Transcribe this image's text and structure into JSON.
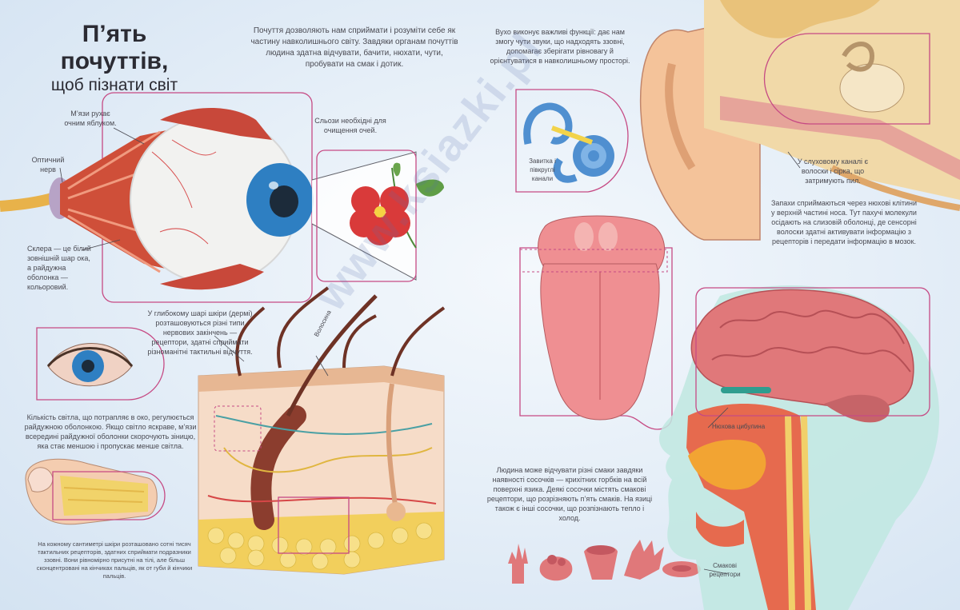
{
  "title": {
    "line1": "П’ять почуттів,",
    "line2": "щоб пізнати світ"
  },
  "intro": "Почуття дозволяють нам сприймати і розуміти себе як частину навколишнього світу. Завдяки органам почуттів людина здатна відчувати, бачити, нюхати, чути, пробувати на смак і дотик.",
  "ear_intro": "Вухо виконує важливі функції: дає нам змогу чути звуки, що надходять ззовні, допомагає зберігати рівновагу й орієнтуватися в навколишньому просторі.",
  "labels": {
    "eye_muscle": "М’язи рухає очним яблуком.",
    "optic_nerve": "Оптичний нерв",
    "tears": "Сльози необхідні для очищення очей.",
    "sclera": "Склера — це білий зовнішній шар ока, а райдужна оболонка — кольоровий.",
    "skin_receptors": "У глибокому шарі шкіри (дермі) розташовуються різні типи нервових закінчень — рецептори, здатні сприймати різноманітні тактильні відчуття.",
    "hair": "Волосина",
    "pupil": "Кількість світла, що потрапляє в око, регулюється райдужною оболонкою. Якщо світло яскраве, м’язи всередині райдужної оболонки скорочують зіницю, яка стає меншою і пропускає менше світла.",
    "fingertips": "На кожному сантиметрі шкіри розташовано сотні тисяч тактильних рецепторів, здатних сприймати подразники ззовні. Вони рівномірно присутні на тілі, але більш сконцентровані на кінчиках пальців, як от губи й кінчики пальців.",
    "cochlea": "Завитка і півкруглі канали",
    "ear_canal": "У слуховому каналі є волоски і сірка, що затримують пил.",
    "smell": "Запахи сприймаються через нюхові клітини у верхній частині носа. Тут пахучі молекули осідають на слизовій оболонці, де сенсорні волоски здатні активувати інформацію з рецепторів і передати інформацію в мозок.",
    "olfactory_bulb": "Нюхова цибулина",
    "taste": "Людина може відчувати різні смаки завдяки наявності сосочків — крихітних горбків на всій поверхні язика. Деякі сосочки містять смакові рецептори, що розрізняють п’ять смаків. На язиці також є інші сосочки, що розпізнають тепло і холод.",
    "taste_receptors": "Смакові рецептори"
  },
  "watermark": "www.ksiazki.pl",
  "colors": {
    "frame": "#c64a84",
    "muscle": "#d8533d",
    "iris": "#2e7fc2",
    "skin": "#f2c9a3",
    "brain": "#e0787a",
    "tongue": "#ef8f92"
  }
}
